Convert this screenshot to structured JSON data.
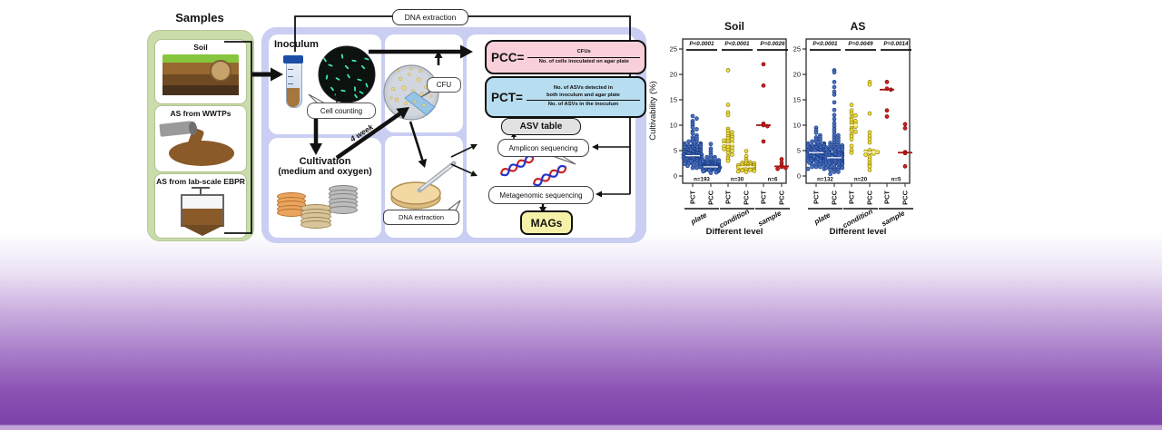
{
  "figure": {
    "samples": {
      "title": "Samples",
      "items": [
        {
          "label": "Soil"
        },
        {
          "label": "AS from WWTPs"
        },
        {
          "label": "AS from lab-scale EBPR"
        }
      ]
    },
    "workflow": {
      "dna_extraction_top": "DNA extraction",
      "inoculum_title": "Inoculum",
      "cell_counting": "Cell counting",
      "cultivation_line1": "Cultivation",
      "cultivation_line2": "(medium and oxygen)",
      "four_week": "4 week",
      "cfu": "CFU",
      "dna_extraction_bottom": "DNA extraction",
      "pcc_label": "PCC=",
      "pcc_numerator": "CFUs",
      "pcc_denominator": "No. of cells inoculated on agar plate",
      "pct_label": "PCT=",
      "pct_numerator_line1": "No. of ASVs detected in",
      "pct_numerator_line2": "both inoculum and agar plate",
      "pct_denominator": "No. of ASVs in the inoculum",
      "asv_table": "ASV table",
      "amplicon_sequencing": "Amplicon sequencing",
      "metagenomic_sequencing": "Metagenomic sequencing",
      "mags": "MAGs"
    }
  },
  "chart_data": [
    {
      "type": "scatter",
      "subtype": "beeswarm",
      "title": "Soil",
      "ylabel": "Cultivability (%)",
      "xlabel": "Different level",
      "ylim": [
        0,
        25
      ],
      "yticks": [
        0,
        5,
        10,
        15,
        20,
        25
      ],
      "groups": [
        {
          "label": "plate",
          "p_value": "P<0.0001",
          "n_label": "n=193",
          "fill": "#4a72c4",
          "edge": "#1d3d85",
          "pct": {
            "hist": [
              [
                1.6,
                2
              ],
              [
                2.0,
                4
              ],
              [
                2.4,
                6
              ],
              [
                2.7,
                8
              ],
              [
                3.0,
                10
              ],
              [
                3.3,
                12
              ],
              [
                3.6,
                13
              ],
              [
                3.9,
                14
              ],
              [
                4.2,
                14
              ],
              [
                4.5,
                13
              ],
              [
                4.8,
                11
              ],
              [
                5.1,
                9
              ],
              [
                5.4,
                7
              ],
              [
                5.7,
                6
              ],
              [
                6.0,
                5
              ],
              [
                6.4,
                4
              ],
              [
                6.8,
                3
              ],
              [
                7.2,
                2
              ],
              [
                7.6,
                2
              ],
              [
                8.0,
                1
              ],
              [
                8.4,
                1
              ],
              [
                8.8,
                1
              ],
              [
                9.2,
                1
              ],
              [
                9.6,
                1
              ],
              [
                10.0,
                1
              ],
              [
                10.4,
                1
              ],
              [
                10.8,
                1
              ],
              [
                11.3,
                1
              ],
              [
                11.8,
                1
              ]
            ]
          },
          "pcc": {
            "hist": [
              [
                0.6,
                1
              ],
              [
                0.9,
                3
              ],
              [
                1.1,
                6
              ],
              [
                1.3,
                9
              ],
              [
                1.5,
                12
              ],
              [
                1.7,
                14
              ],
              [
                1.9,
                14
              ],
              [
                2.1,
                12
              ],
              [
                2.3,
                9
              ],
              [
                2.5,
                7
              ],
              [
                2.8,
                5
              ],
              [
                3.1,
                3
              ],
              [
                3.4,
                2
              ],
              [
                3.7,
                2
              ],
              [
                4.0,
                1
              ],
              [
                4.4,
                1
              ],
              [
                4.9,
                1
              ],
              [
                5.4,
                1
              ],
              [
                6.3,
                1
              ]
            ]
          },
          "medians": [
            4.0,
            1.8
          ]
        },
        {
          "label": "condition",
          "p_value": "P<0.0001",
          "n_label": "n=30",
          "fill": "#eedf3d",
          "edge": "#8f7d12",
          "pct": {
            "values": [
              20.8,
              14.0,
              12.5,
              12.0,
              9.3,
              8.9,
              8.6,
              8.3,
              8.0,
              7.8,
              7.6,
              7.4,
              7.2,
              7.0,
              6.8,
              6.6,
              6.4,
              6.2,
              6.0,
              5.8,
              5.7,
              5.5,
              5.3,
              5.1,
              4.9,
              4.6,
              4.2,
              3.8,
              3.4,
              3.0
            ]
          },
          "pcc": {
            "values": [
              4.9,
              3.9,
              3.3,
              2.9,
              2.7,
              2.6,
              2.5,
              2.4,
              2.3,
              2.2,
              2.1,
              2.1,
              2.0,
              2.0,
              1.9,
              1.9,
              1.8,
              1.8,
              1.7,
              1.7,
              1.6,
              1.5,
              1.5,
              1.4,
              1.3,
              1.2,
              1.1,
              1.0,
              0.9,
              0.8
            ]
          },
          "medians": [
            6.3,
            1.8
          ]
        },
        {
          "label": "sample",
          "p_value": "P=0.0026",
          "n_label": "n=6",
          "fill": "#ce2020",
          "edge": "#7f0d0d",
          "pct": {
            "values": [
              22.0,
              17.8,
              10.3,
              10.0,
              9.8,
              6.8
            ]
          },
          "pcc": {
            "values": [
              3.3,
              2.6,
              2.0,
              1.8,
              1.6,
              1.4
            ]
          },
          "medians": [
            10.0,
            1.9
          ]
        }
      ]
    },
    {
      "type": "scatter",
      "subtype": "beeswarm",
      "title": "AS",
      "ylabel": "",
      "xlabel": "Different level",
      "ylim": [
        0,
        25
      ],
      "yticks": [
        0,
        5,
        10,
        15,
        20,
        25
      ],
      "groups": [
        {
          "label": "plate",
          "p_value": "P<0.0001",
          "n_label": "n=132",
          "fill": "#4a72c4",
          "edge": "#1d3d85",
          "pct": {
            "hist": [
              [
                1.4,
                2
              ],
              [
                1.8,
                3
              ],
              [
                2.2,
                4
              ],
              [
                2.6,
                6
              ],
              [
                3.0,
                8
              ],
              [
                3.3,
                9
              ],
              [
                3.6,
                10
              ],
              [
                3.9,
                11
              ],
              [
                4.2,
                11
              ],
              [
                4.5,
                11
              ],
              [
                4.8,
                10
              ],
              [
                5.1,
                9
              ],
              [
                5.4,
                8
              ],
              [
                5.7,
                6
              ],
              [
                6.0,
                5
              ],
              [
                6.4,
                4
              ],
              [
                6.8,
                3
              ],
              [
                7.2,
                2
              ],
              [
                7.6,
                2
              ],
              [
                8.0,
                1
              ],
              [
                8.5,
                1
              ],
              [
                9.0,
                1
              ],
              [
                9.5,
                1
              ]
            ]
          },
          "pcc": {
            "hist": [
              [
                0.4,
                1
              ],
              [
                0.8,
                2
              ],
              [
                1.2,
                3
              ],
              [
                1.6,
                5
              ],
              [
                2.0,
                7
              ],
              [
                2.4,
                9
              ],
              [
                2.8,
                10
              ],
              [
                3.2,
                11
              ],
              [
                3.6,
                11
              ],
              [
                4.0,
                11
              ],
              [
                4.4,
                10
              ],
              [
                4.8,
                8
              ],
              [
                5.2,
                6
              ],
              [
                5.6,
                5
              ],
              [
                6.0,
                4
              ],
              [
                6.5,
                3
              ],
              [
                7.0,
                2
              ],
              [
                7.5,
                2
              ],
              [
                8.0,
                2
              ],
              [
                8.6,
                1
              ],
              [
                9.2,
                1
              ],
              [
                9.8,
                1
              ],
              [
                10.4,
                1
              ],
              [
                11.2,
                1
              ],
              [
                12.0,
                1
              ],
              [
                13.0,
                1
              ],
              [
                14.5,
                1
              ],
              [
                16.0,
                1
              ],
              [
                16.6,
                1
              ],
              [
                17.5,
                1
              ],
              [
                18.5,
                1
              ],
              [
                20.4,
                1
              ],
              [
                20.8,
                1
              ]
            ]
          },
          "medians": [
            4.6,
            3.6
          ]
        },
        {
          "label": "condition",
          "p_value": "P=0.0049",
          "n_label": "n=20",
          "fill": "#eedf3d",
          "edge": "#8f7d12",
          "pct": {
            "values": [
              14.0,
              12.9,
              12.3,
              11.9,
              11.5,
              11.1,
              10.8,
              10.5,
              10.2,
              10.0,
              9.7,
              9.3,
              9.0,
              8.7,
              8.2,
              7.8,
              7.2,
              5.9,
              5.1,
              4.6
            ]
          },
          "pcc": {
            "values": [
              18.5,
              18.0,
              12.3,
              8.6,
              7.9,
              7.3,
              6.6,
              5.1,
              4.9,
              4.8,
              4.7,
              4.6,
              4.4,
              4.2,
              3.8,
              3.2,
              2.6,
              2.2,
              1.9,
              1.2
            ]
          },
          "medians": [
            10.0,
            4.7
          ]
        },
        {
          "label": "sample",
          "p_value": "P=0.0014",
          "n_label": "n=5",
          "fill": "#ce2020",
          "edge": "#7f0d0d",
          "pct": {
            "values": [
              18.5,
              17.2,
              17.0,
              12.9,
              11.7
            ]
          },
          "pcc": {
            "values": [
              10.2,
              9.4,
              4.7,
              4.5,
              1.9
            ]
          },
          "medians": [
            17.0,
            4.6
          ]
        }
      ]
    }
  ]
}
